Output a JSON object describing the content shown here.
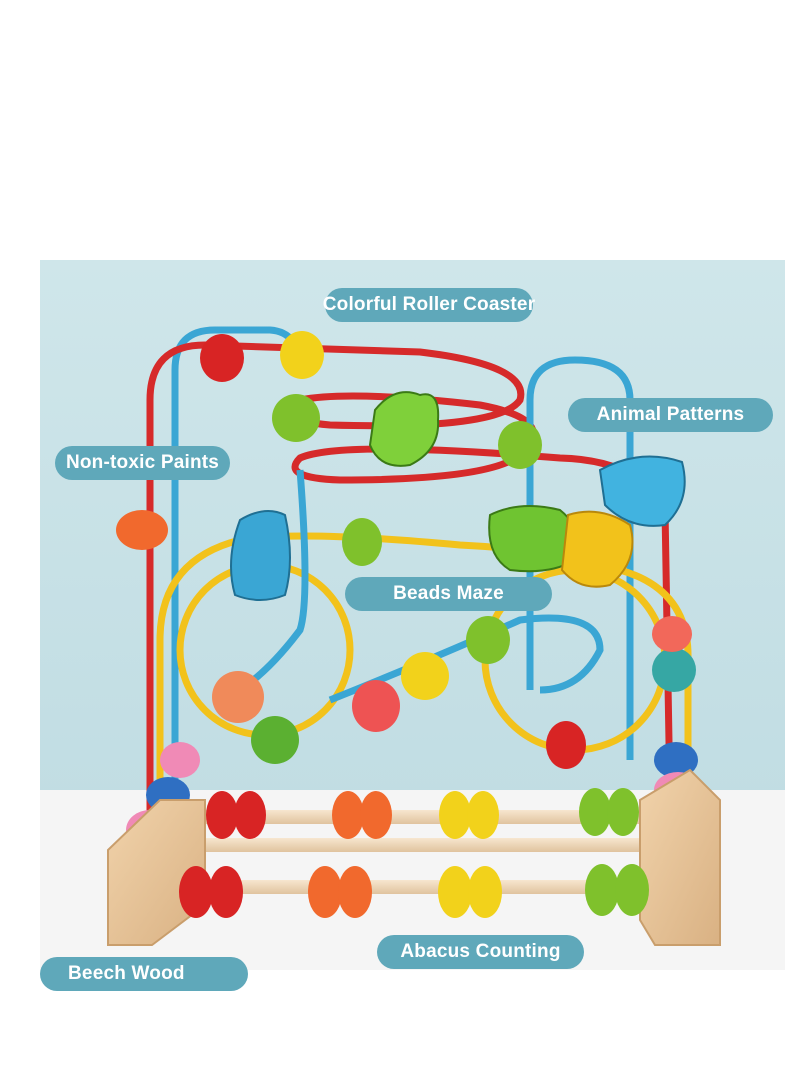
{
  "labels": {
    "colorful_roller_coaster": "Colorful Roller Coaster",
    "animal_patterns": "Animal Patterns",
    "non_toxic_paints": "Non-toxic Paints",
    "beads_maze": "Beads Maze",
    "abacus_counting": "Abacus Counting",
    "beech_wood": "Beech Wood"
  },
  "colors": {
    "backdrop": "#c9e3e8",
    "floor": "#f6f6f6",
    "label_bg": "#5fa8ba",
    "label_text": "#ffffff",
    "wire_red": "#d62a2a",
    "wire_blue": "#3aa6d4",
    "wire_yellow": "#f2c21b",
    "wood": "#e8c59a"
  }
}
